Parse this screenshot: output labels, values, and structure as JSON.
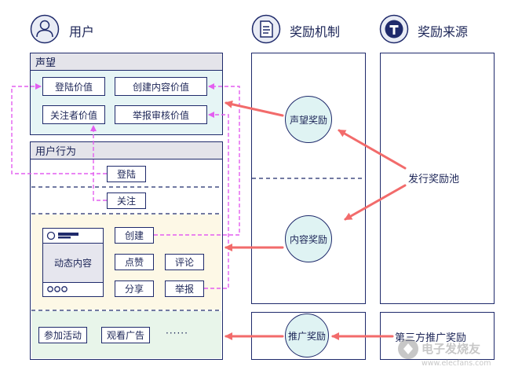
{
  "headers": {
    "user": "用户",
    "reward_mechanism": "奖励机制",
    "reward_source": "奖励来源"
  },
  "reputation": {
    "title": "声望",
    "items": [
      "登陆价值",
      "创建内容价值",
      "关注者价值",
      "举报审核价值"
    ]
  },
  "behavior": {
    "title": "用户行为",
    "login": "登陆",
    "follow": "关注",
    "dynamic_card": "动态内容",
    "actions": [
      "创建",
      "点赞",
      "评论",
      "分享",
      "举报"
    ],
    "activities": [
      "参加活动",
      "观看广告",
      "······"
    ]
  },
  "mechanism": {
    "reputation_reward": "声望奖励",
    "content_reward": "内容奖励",
    "promo_reward": "推广奖励"
  },
  "source": {
    "pool": "发行奖励池",
    "third_party": "第三方推广奖励"
  },
  "watermark": "电子发烧友 www.elecfans.com",
  "colors": {
    "navy": "#1f2a6b",
    "reputation_bg": "#e6f5f5",
    "content_bg": "#fdf8e6",
    "promo_bg": "#e8f5ea",
    "arrow": "#f26b6b",
    "dashed": "#e35ef0"
  }
}
